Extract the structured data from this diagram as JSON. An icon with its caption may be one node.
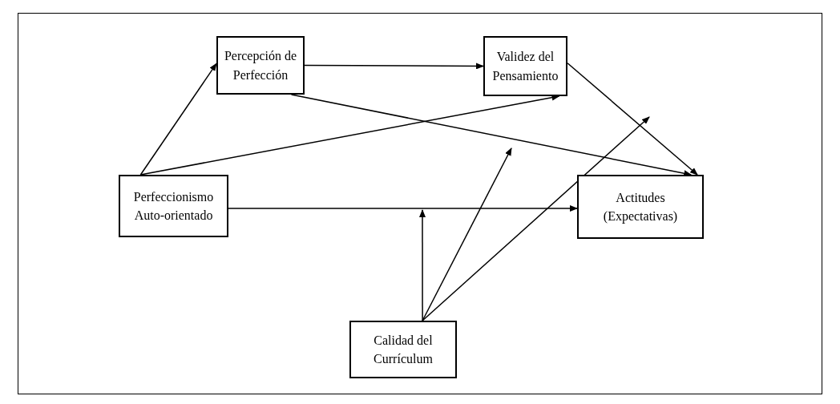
{
  "diagram": {
    "nodes": [
      {
        "text": [
          "Percepción de Perfección"
        ]
      },
      {
        "text": [
          "Validez del Pensamiento"
        ]
      },
      {
        "text": [
          "Perfeccionismo Auto-orientado"
        ]
      },
      {
        "text": [
          "Actitudes (Expectativas)"
        ]
      },
      {
        "text": [
          "Calidad del Currículum"
        ]
      }
    ],
    "edges": [
      {
        "from": 2,
        "to": 0,
        "arrow": "to"
      },
      {
        "from": 2,
        "to": 1,
        "arrow": "to"
      },
      {
        "from": 0,
        "to": 1,
        "arrow": "to"
      },
      {
        "from": 0,
        "to": 3,
        "arrow": "to"
      },
      {
        "from": 1,
        "to": 3,
        "arrow": "to"
      },
      {
        "from": 2,
        "to": 3,
        "arrow": "to"
      },
      {
        "from": 4,
        "to": null,
        "arrow": "to"
      },
      {
        "from": 4,
        "to": null,
        "arrow": "to"
      },
      {
        "from": 4,
        "to": null,
        "arrow": "to"
      }
    ]
  }
}
